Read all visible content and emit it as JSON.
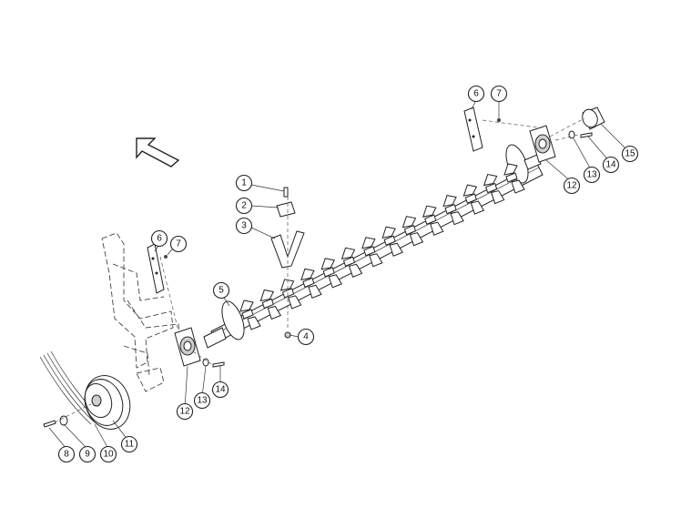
{
  "callouts": [
    {
      "id": "c1",
      "label": "1"
    },
    {
      "id": "c2",
      "label": "2"
    },
    {
      "id": "c3",
      "label": "3"
    },
    {
      "id": "c4",
      "label": "4"
    },
    {
      "id": "c5",
      "label": "5"
    },
    {
      "id": "c6a",
      "label": "6"
    },
    {
      "id": "c7a",
      "label": "7"
    },
    {
      "id": "c6b",
      "label": "6"
    },
    {
      "id": "c7b",
      "label": "7"
    },
    {
      "id": "c8",
      "label": "8"
    },
    {
      "id": "c9",
      "label": "9"
    },
    {
      "id": "c10",
      "label": "10"
    },
    {
      "id": "c11",
      "label": "11"
    },
    {
      "id": "c12a",
      "label": "12"
    },
    {
      "id": "c13a",
      "label": "13"
    },
    {
      "id": "c14a",
      "label": "14"
    },
    {
      "id": "c12b",
      "label": "12"
    },
    {
      "id": "c13b",
      "label": "13"
    },
    {
      "id": "c14b",
      "label": "14"
    },
    {
      "id": "c15",
      "label": "15"
    }
  ]
}
